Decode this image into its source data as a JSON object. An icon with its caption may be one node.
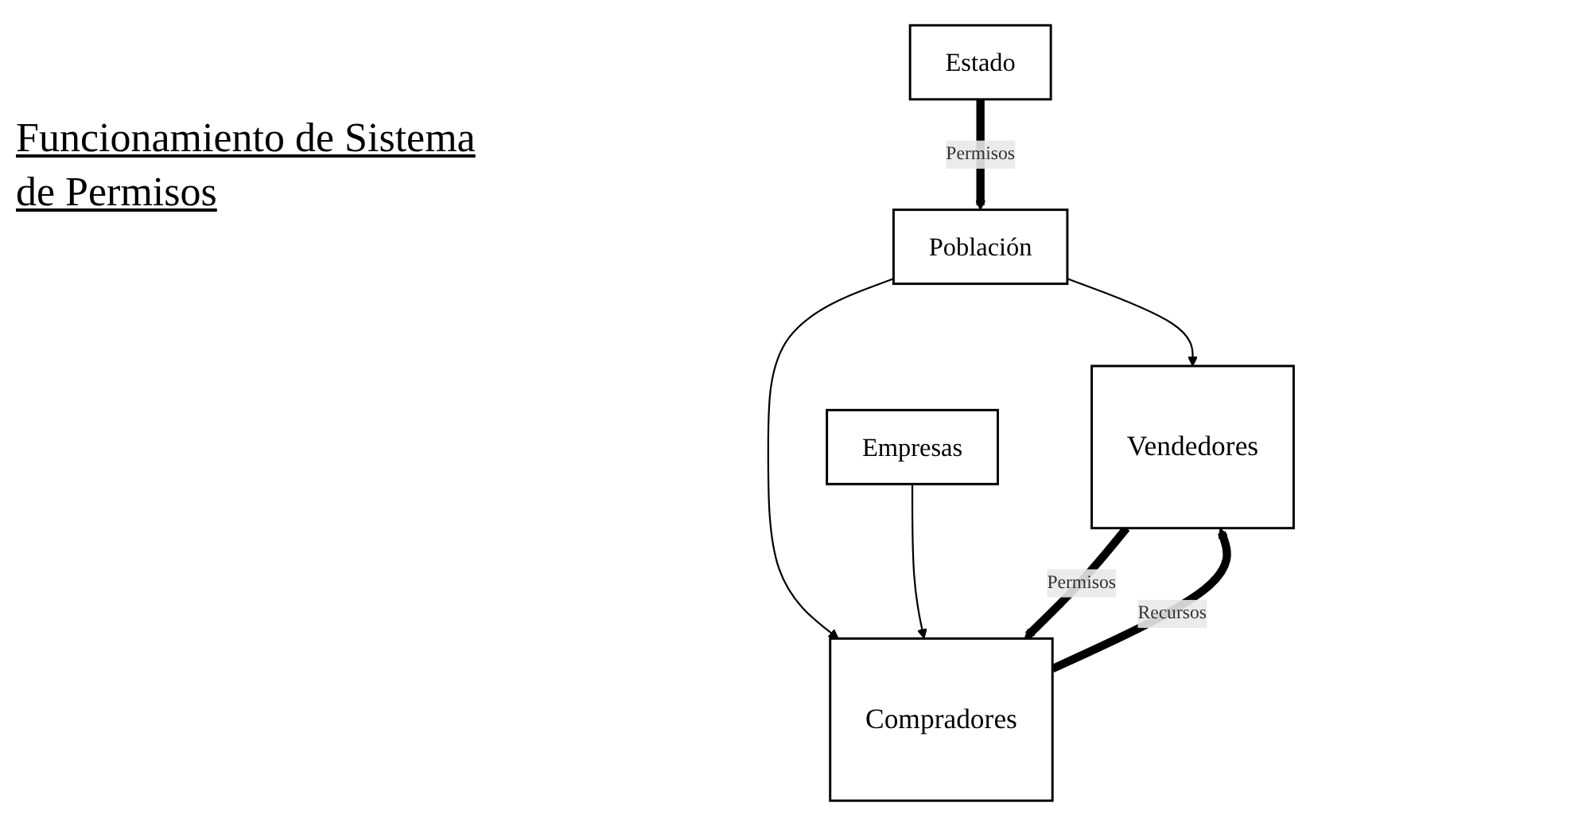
{
  "diagram": {
    "title": "Funcionamiento de Sistema de Permisos",
    "nodes": [
      {
        "text": [
          "Estado"
        ]
      },
      {
        "text": [
          "Población"
        ]
      },
      {
        "text": [
          "Empresas"
        ]
      },
      {
        "text": [
          "Vendedores"
        ]
      },
      {
        "text": [
          "Compradores"
        ]
      }
    ],
    "edges": [
      {
        "from": 0,
        "to": 1,
        "arrow": "to",
        "label": "Permisos",
        "style": "thick"
      },
      {
        "from": 1,
        "to": 3,
        "arrow": "to"
      },
      {
        "from": 1,
        "to": 4,
        "arrow": "to"
      },
      {
        "from": 2,
        "to": 4,
        "arrow": "to"
      },
      {
        "from": 4,
        "to": 3,
        "arrow": "to",
        "label": "Recursos",
        "style": "thick"
      },
      {
        "from": 3,
        "to": 4,
        "arrow": "to",
        "label": "Permisos",
        "style": "thick"
      }
    ]
  }
}
